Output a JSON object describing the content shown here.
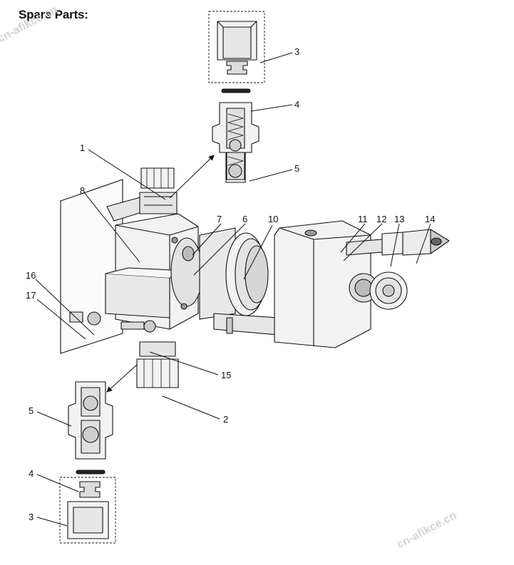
{
  "title": "Spare Parts:",
  "watermark": "cn-afikce.cn",
  "colors": {
    "ink": "#111111",
    "body": "#f2f2f2",
    "shade": "#cfcfcf",
    "dark": "#555555",
    "watermark": "#d4d4d4"
  },
  "callouts": {
    "c1": "1",
    "c2": "2",
    "c3_top": "3",
    "c3_bottom": "3",
    "c4_top": "4",
    "c4_bottom": "4",
    "c5_top": "5",
    "c5_bottom": "5",
    "c6": "6",
    "c7": "7",
    "c8": "8",
    "c10": "10",
    "c11": "11",
    "c12": "12",
    "c13": "13",
    "c14": "14",
    "c15": "15",
    "c16": "16",
    "c17": "17"
  }
}
